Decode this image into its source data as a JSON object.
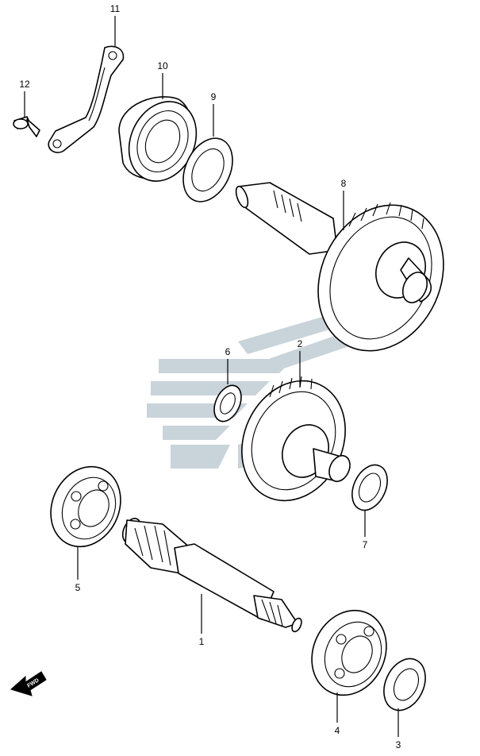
{
  "diagram": {
    "parts": [
      {
        "id": "part-1",
        "callout": "1"
      },
      {
        "id": "part-2",
        "callout": "2"
      },
      {
        "id": "part-3",
        "callout": "3"
      },
      {
        "id": "part-4",
        "callout": "4"
      },
      {
        "id": "part-5",
        "callout": "5"
      },
      {
        "id": "part-6",
        "callout": "6"
      },
      {
        "id": "part-7",
        "callout": "7"
      },
      {
        "id": "part-8",
        "callout": "8"
      },
      {
        "id": "part-9",
        "callout": "9"
      },
      {
        "id": "part-10",
        "callout": "10"
      },
      {
        "id": "part-11",
        "callout": "11"
      },
      {
        "id": "part-12",
        "callout": "12"
      }
    ],
    "direction_arrow_label": "FWD",
    "colors": {
      "line": "#000000",
      "watermark": "#c9d3da",
      "background": "#ffffff"
    }
  }
}
